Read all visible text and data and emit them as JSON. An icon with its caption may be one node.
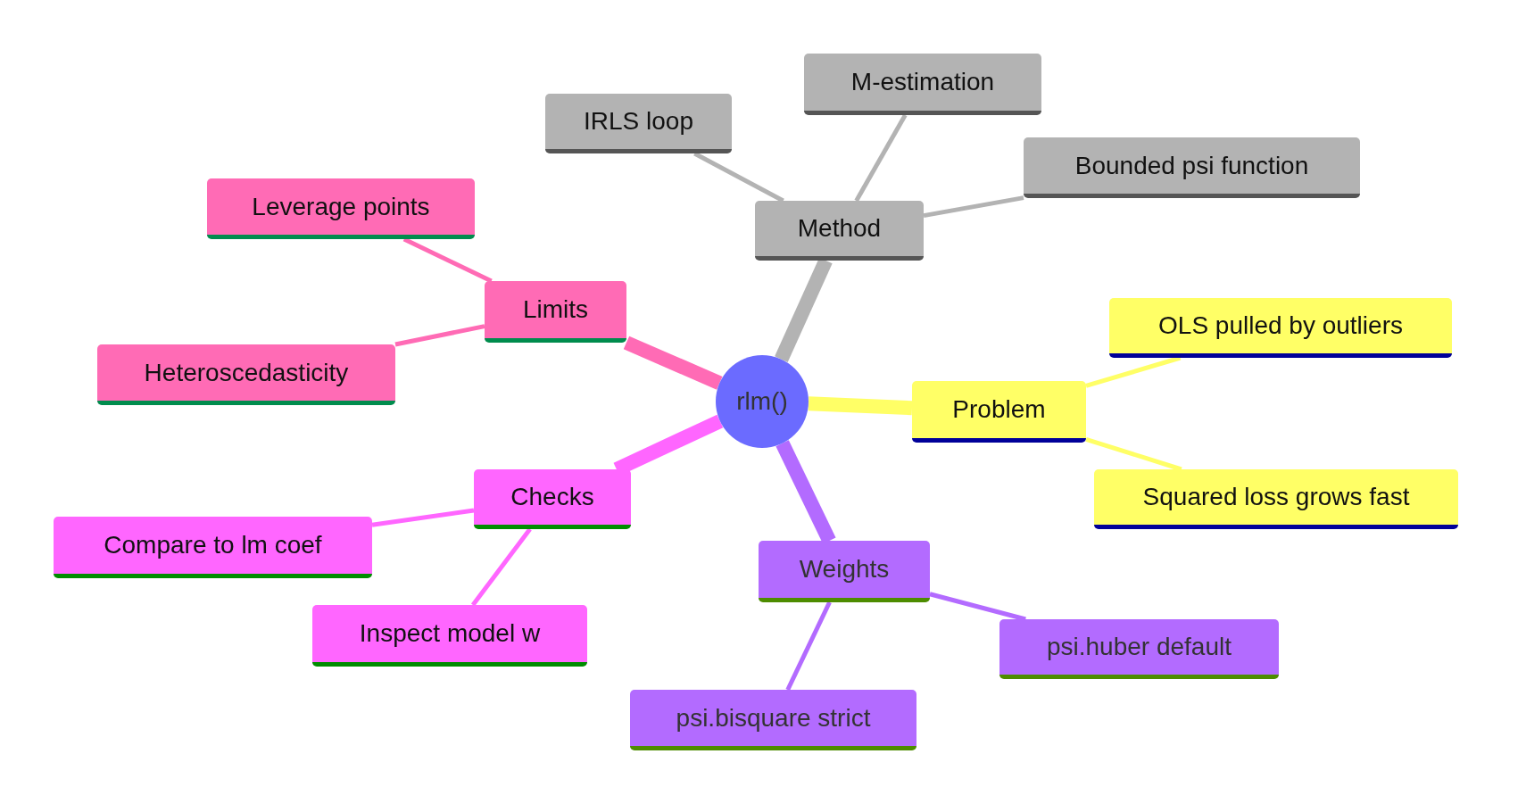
{
  "diagram": {
    "nodes": [
      {
        "text": [
          "rlm()"
        ]
      },
      {
        "text": [
          "Method"
        ]
      },
      {
        "text": [
          "IRLS loop"
        ]
      },
      {
        "text": [
          "M-estimation"
        ]
      },
      {
        "text": [
          "Bounded psi function"
        ]
      },
      {
        "text": [
          "Problem"
        ]
      },
      {
        "text": [
          "OLS pulled by outliers"
        ]
      },
      {
        "text": [
          "Squared loss grows fast"
        ]
      },
      {
        "text": [
          "Weights"
        ]
      },
      {
        "text": [
          "psi.huber default"
        ]
      },
      {
        "text": [
          "psi.bisquare strict"
        ]
      },
      {
        "text": [
          "Checks"
        ]
      },
      {
        "text": [
          "Compare to lm coef"
        ]
      },
      {
        "text": [
          "Inspect model w"
        ]
      },
      {
        "text": [
          "Limits"
        ]
      },
      {
        "text": [
          "Leverage points"
        ]
      },
      {
        "text": [
          "Heteroscedasticity"
        ]
      }
    ],
    "edges": [
      {
        "from": 0,
        "to": 1,
        "arrow": "none",
        "style": "thick",
        "color": "#b3b3b3"
      },
      {
        "from": 1,
        "to": 2,
        "arrow": "none",
        "color": "#b3b3b3"
      },
      {
        "from": 1,
        "to": 3,
        "arrow": "none",
        "color": "#b3b3b3"
      },
      {
        "from": 1,
        "to": 4,
        "arrow": "none",
        "color": "#b3b3b3"
      },
      {
        "from": 0,
        "to": 5,
        "arrow": "none",
        "style": "thick",
        "color": "#ffff66"
      },
      {
        "from": 5,
        "to": 6,
        "arrow": "none",
        "color": "#ffff66"
      },
      {
        "from": 5,
        "to": 7,
        "arrow": "none",
        "color": "#ffff66"
      },
      {
        "from": 0,
        "to": 8,
        "arrow": "none",
        "style": "thick",
        "color": "#b36bff"
      },
      {
        "from": 8,
        "to": 9,
        "arrow": "none",
        "color": "#b36bff"
      },
      {
        "from": 8,
        "to": 10,
        "arrow": "none",
        "color": "#b36bff"
      },
      {
        "from": 0,
        "to": 11,
        "arrow": "none",
        "style": "thick",
        "color": "#ff66ff"
      },
      {
        "from": 11,
        "to": 12,
        "arrow": "none",
        "color": "#ff66ff"
      },
      {
        "from": 11,
        "to": 13,
        "arrow": "none",
        "color": "#ff66ff"
      },
      {
        "from": 0,
        "to": 14,
        "arrow": "none",
        "style": "thick",
        "color": "#ff6bb5"
      },
      {
        "from": 14,
        "to": 15,
        "arrow": "none",
        "color": "#ff6bb5"
      },
      {
        "from": 14,
        "to": 16,
        "arrow": "none",
        "color": "#ff6bb5"
      }
    ]
  }
}
